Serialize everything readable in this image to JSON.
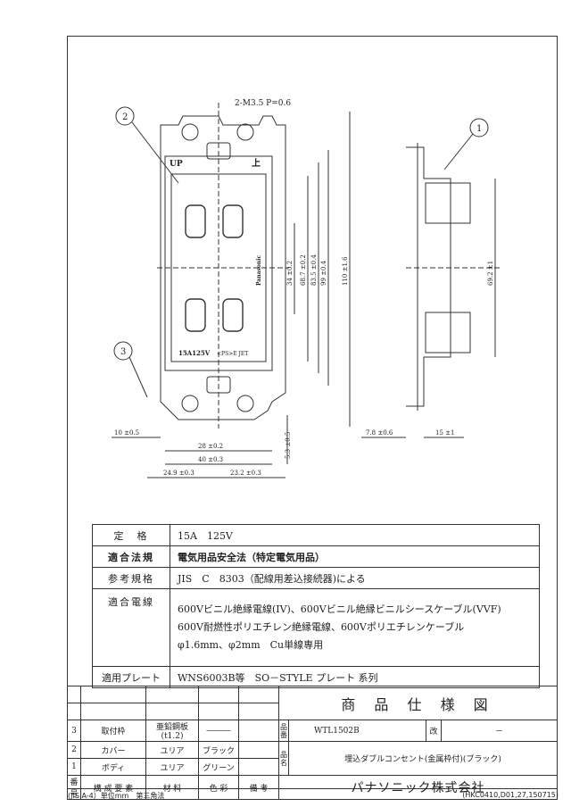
{
  "drawing": {
    "balloons": [
      "1",
      "2",
      "3"
    ],
    "screw_spec": "2-M3.5 P=0.6",
    "face_marks": {
      "up_left": "UP",
      "up_right": "上",
      "rating": "15A125V",
      "marks": "<PS>E JET",
      "brand": "Panasonic"
    },
    "dims_front_vertical": [
      "34 ±0.2",
      "68.7 ±0.2",
      "83.5 ±0.4",
      "99 ±0.4",
      "110 ±1.6"
    ],
    "dims_front_horizontal": [
      "10 ±0.5",
      "28 ±0.2",
      "40 ±0.3",
      "24.9 ±0.3",
      "23.2 ±0.3",
      "5.3 ±0.5"
    ],
    "dims_side": [
      "69.2 ±1",
      "7.8 ±0.6",
      "15 ±1"
    ]
  },
  "spec": [
    {
      "label": "定　格",
      "value": "15A　125V"
    },
    {
      "label": "適合法規",
      "value": "電気用品安全法（特定電気用品）"
    },
    {
      "label": "参考規格",
      "value": "JIS　C　8303（配線用差込接続器)による"
    },
    {
      "label": "適合電線",
      "lines": [
        "600Vビニル絶縁電線(IV)、600Vビニル絶縁ビニルシースケーブル(VVF)",
        "600V耐燃性ポリエチレン絶縁電線、600Vポリエチレンケーブル",
        "φ1.6mm、φ2mm　Cu単線専用"
      ]
    },
    {
      "label": "適用プレート",
      "value": "WNS6003B等　SO－STYLE プレート 系列"
    }
  ],
  "title_block": {
    "title": "商 品 仕 様 図",
    "hinban_label": "品番",
    "hinban": "WTL1502B",
    "kai_label": "改",
    "kai_value": "－",
    "hinmei_label": "品名",
    "hinmei": "埋込ダブルコンセント(金属枠付)(ブラック)",
    "company": "パナソニック株式会社",
    "headers": [
      "番号",
      "構 成 要 素",
      "材 料",
      "色 彩",
      "備 考"
    ],
    "rows": [
      {
        "no": "3",
        "item": "取付枠",
        "material": "亜鉛鋼板(t1.2)",
        "color": "―――"
      },
      {
        "no": "2",
        "item": "カバー",
        "material": "ユリア",
        "color": "ブラック"
      },
      {
        "no": "1",
        "item": "ボディ",
        "material": "ユリア",
        "color": "グリーン"
      }
    ]
  },
  "footer": {
    "left": "(JIS A-4）単位mm　第三角法",
    "right": "(HKC0410,D01,27,150715)"
  }
}
